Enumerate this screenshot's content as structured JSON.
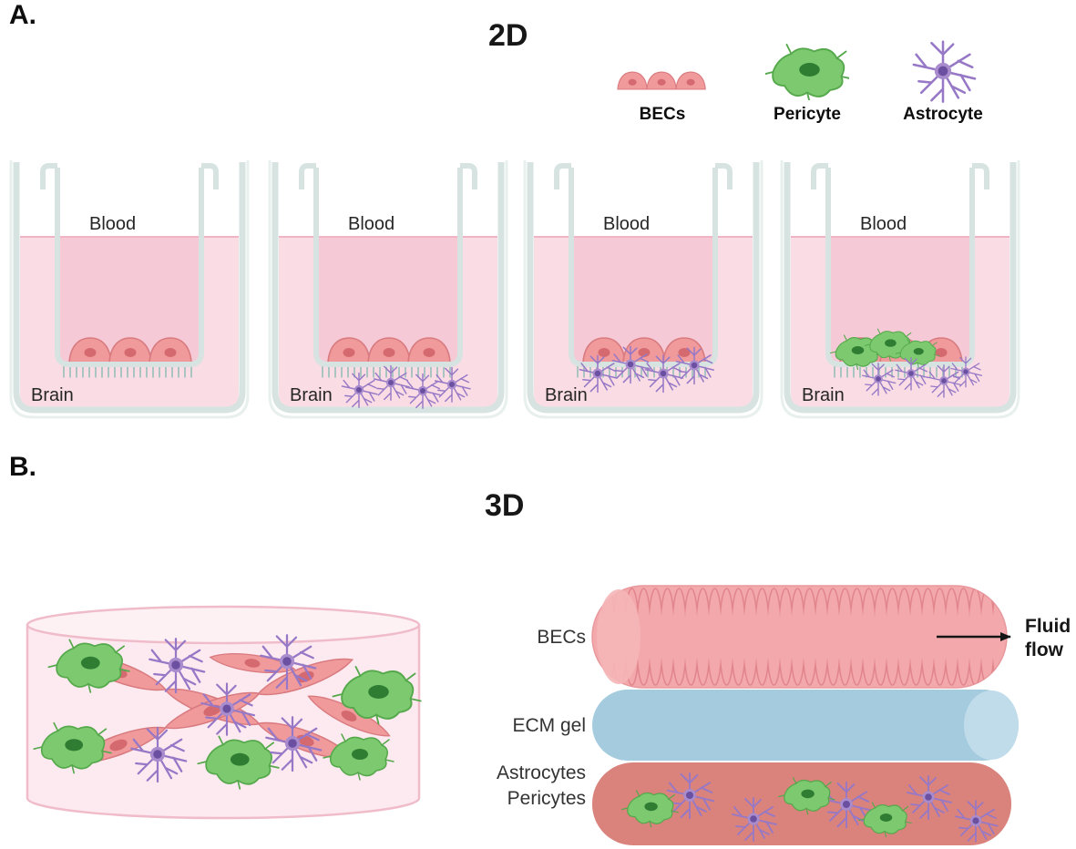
{
  "panel_a": {
    "label": "A.",
    "heading": "2D",
    "legend": [
      {
        "label": "BECs"
      },
      {
        "label": "Pericyte"
      },
      {
        "label": "Astrocyte"
      }
    ],
    "wells": [
      {
        "top": "Blood",
        "bottom": "Brain"
      },
      {
        "top": "Blood",
        "bottom": "Brain"
      },
      {
        "top": "Blood",
        "bottom": "Brain"
      },
      {
        "top": "Blood",
        "bottom": "Brain"
      }
    ]
  },
  "panel_b": {
    "label": "B.",
    "heading": "3D",
    "labels": {
      "becs": "BECs",
      "ecm": "ECM gel",
      "astrocytes": "Astrocytes",
      "pericytes": "Pericytes",
      "fluid_line1": "Fluid",
      "fluid_line2": "flow"
    }
  },
  "colors": {
    "bec_fill": "#f09a9c",
    "bec_outline": "#d87a7f",
    "bec_nucleus": "#d4696f",
    "pericyte_fill": "#7cc96f",
    "pericyte_outline": "#55a84b",
    "pericyte_nucleus": "#2e7d32",
    "astrocyte_branch": "#9678c6",
    "astrocyte_soma": "#6b4fa0",
    "insert_liquid": "#f5c9d5",
    "outer_liquid": "#f9dce4",
    "glass": "#d6e3e0",
    "ecm_blue": "#a5cbdf",
    "channel_red": "#d9837c",
    "tube_pink": "#f3a9ab"
  }
}
